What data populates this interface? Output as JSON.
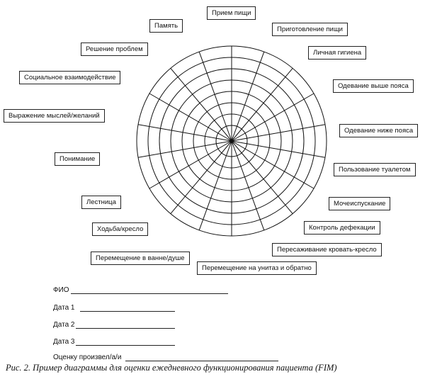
{
  "wheel": {
    "segments": 18,
    "rings": 8
  },
  "labels": [
    "Прием пищи",
    "Приготовление пищи",
    "Личная гигиена",
    "Одевание выше пояса",
    "Одевание ниже пояса",
    "Пользование туалетом",
    "Мочеиспускание",
    "Контроль дефекации",
    "Пересаживание кровать-кресло",
    "Перемещение на унитаз и обратно",
    "Перемещение в ванне/душе",
    "Ходьба/кресло",
    "Лестница",
    "Понимание",
    "Выражение мыслей/желаний",
    "Социальное взаимодействие",
    "Решение проблем",
    "Память"
  ],
  "form": {
    "fio": "ФИО",
    "date1": "Дата 1",
    "date2": "Дата 2",
    "date3": "Дата 3",
    "evaluator": "Оценку произвел/а/и"
  },
  "caption": "Рис. 2. Пример диаграммы для оценки ежедневного функционирования пациента (FIM)"
}
